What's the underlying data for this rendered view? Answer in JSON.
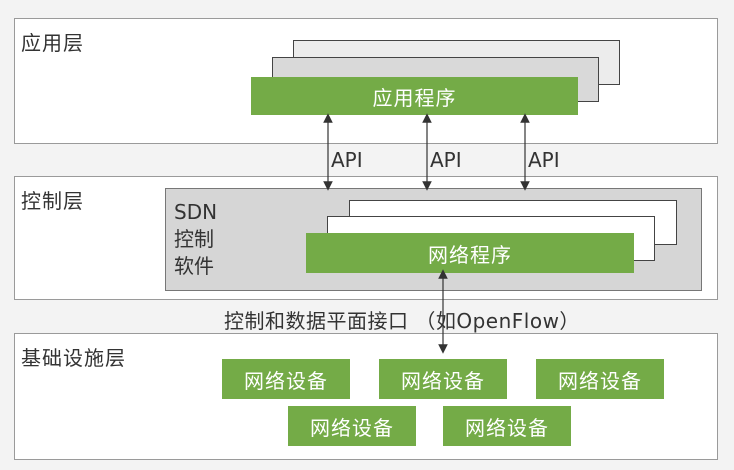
{
  "layers": {
    "application": {
      "title": "应用层",
      "program": "应用程序"
    },
    "control": {
      "title": "控制层",
      "software_label": "SDN\n控制\n软件",
      "program": "网络程序"
    },
    "infrastructure": {
      "title": "基础设施层",
      "devices": [
        "网络设备",
        "网络设备",
        "网络设备",
        "网络设备",
        "网络设备"
      ]
    }
  },
  "api_labels": [
    "API",
    "API",
    "API"
  ],
  "interface_label": "控制和数据平面接口   （如OpenFlow）",
  "colors": {
    "green": "#74ab47",
    "layer_border": "#9a9a9a",
    "sdn_box": "#d6d6d6"
  }
}
